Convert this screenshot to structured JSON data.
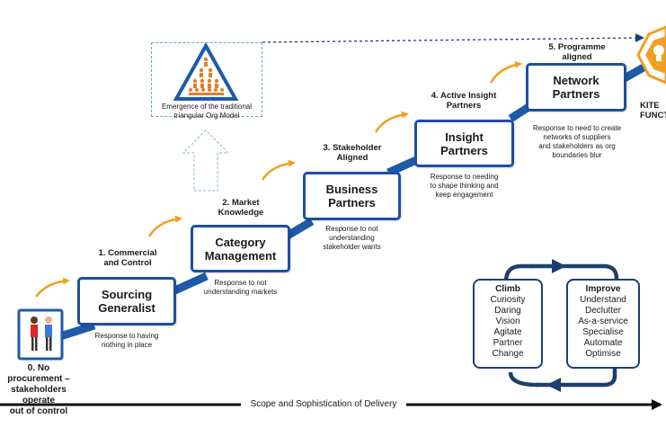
{
  "steps": [
    {
      "box": "",
      "caption": "0. No procurement –\nstakeholders operate\nout of control",
      "response": ""
    },
    {
      "box": "Sourcing\nGeneralist",
      "caption": "1. Commercial\nand Control",
      "response": "Response to having\nnothing in place"
    },
    {
      "box": "Category\nManagement",
      "caption": "2. Market\nKnowledge",
      "response": "Response to not\nunderstanding markets"
    },
    {
      "box": "Business\nPartners",
      "caption": "3. Stakeholder\nAligned",
      "response": "Response to not\nunderstanding\nstakeholder wants"
    },
    {
      "box": "Insight\nPartners",
      "caption": "4. Active Insight\nPartners",
      "response": "Response to needing\nto shape thinking and\nkeep engagement"
    },
    {
      "box": "Network\nPartners",
      "caption": "5. Programme\naligned",
      "response": "Response to need to create\nnetworks of suppliers\nand stakeholders as org\nboundaries blur"
    }
  ],
  "org_model": {
    "caption": "Emergence of the traditional\ntriangular Org Model"
  },
  "kite": {
    "label": "KITE\nFUNCTI"
  },
  "cycle": {
    "climb": {
      "title": "Climb",
      "items": [
        "Curiosity",
        "Daring",
        "Vision",
        "Agitate",
        "Partner",
        "Change"
      ]
    },
    "improve": {
      "title": "Improve",
      "items": [
        "Understand",
        "Declutter",
        "As-a-service",
        "Specialise",
        "Automate",
        "Optimise"
      ]
    }
  },
  "axis": {
    "label": "Scope and Sophistication of Delivery"
  },
  "colors": {
    "staircase": "#1e5aa8",
    "box_border": "#1e4fa0",
    "arrow": "#f0a020",
    "dashed": "#1e3f6e",
    "cycle": "#1e3f6e"
  }
}
